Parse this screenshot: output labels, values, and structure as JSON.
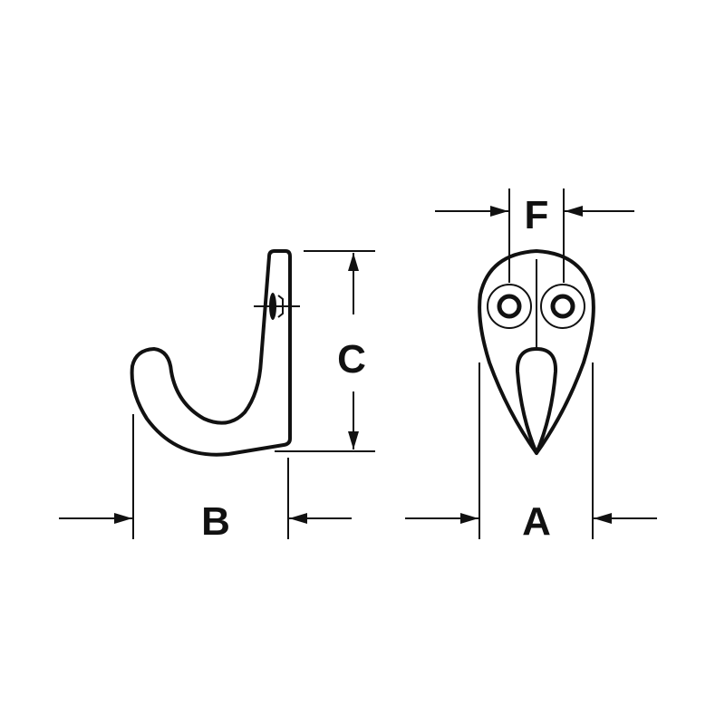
{
  "dimensions": {
    "a": "A",
    "b": "B",
    "c": "C",
    "f": "F"
  },
  "colors": {
    "line": "#111111",
    "background": "#ffffff"
  }
}
